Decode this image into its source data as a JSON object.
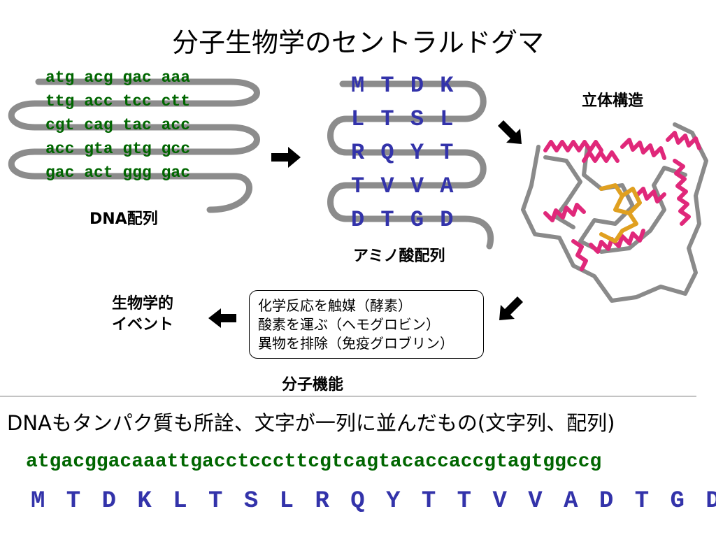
{
  "title": "分子生物学のセントラルドグマ",
  "dna_block": {
    "lines": [
      "atg acg gac aaa",
      "ttg acc tcc ctt",
      "cgt cag tac acc",
      "acc gta gtg gcc",
      "gac act ggg gac"
    ],
    "label": "DNA配列"
  },
  "aa_block": {
    "lines": [
      "M T D K",
      "L T S L",
      "R Q Y T",
      "T V V A",
      "D T G D"
    ],
    "label": "アミノ酸配列"
  },
  "structure_label": "立体構造",
  "function_box": {
    "items": [
      "化学反応を触媒（酵素）",
      "酸素を運ぶ（ヘモグロビン）",
      "異物を排除（免疫グロブリン）"
    ],
    "label": "分子機能"
  },
  "bio_event_label": [
    "生物学的",
    "イベント"
  ],
  "summary": "DNAもタンパク質も所詮、文字が一列に並んだもの(文字列、配列)",
  "dna_sequence": "atgacggacaaattgacctcccttcgtcagtacaccaccgtagtggccg",
  "aa_sequence": "M T D K L T S L R Q Y T T V V A D T G D",
  "colors": {
    "dna": "#006600",
    "protein": "#3333aa",
    "helix": "#e0287a",
    "coil": "#808080",
    "ligand": "#e0a020"
  },
  "icons": [
    "arrow-right-icon",
    "arrow-down-right-icon",
    "arrow-down-left-icon",
    "arrow-left-icon"
  ]
}
